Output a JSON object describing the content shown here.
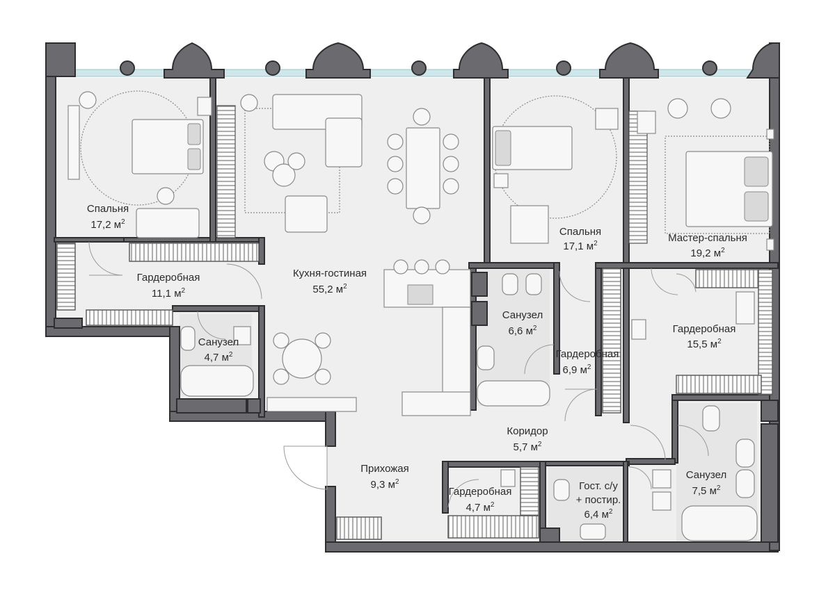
{
  "rooms": [
    {
      "id": "bedroom-1",
      "name": "Спальня",
      "area": "17,2"
    },
    {
      "id": "wardrobe-1",
      "name": "Гардеробная",
      "area": "11,1"
    },
    {
      "id": "bathroom-1",
      "name": "Санузел",
      "area": "4,7"
    },
    {
      "id": "kitchen-living",
      "name": "Кухня-гостиная",
      "area": "55,2"
    },
    {
      "id": "bathroom-2",
      "name": "Санузел",
      "area": "6,6"
    },
    {
      "id": "wardrobe-2",
      "name": "Гардеробная",
      "area": "6,9"
    },
    {
      "id": "bedroom-2",
      "name": "Спальня",
      "area": "17,1"
    },
    {
      "id": "master-bedroom",
      "name": "Мастер-спальня",
      "area": "19,2"
    },
    {
      "id": "wardrobe-3",
      "name": "Гардеробная",
      "area": "15,5"
    },
    {
      "id": "corridor",
      "name": "Коридор",
      "area": "5,7"
    },
    {
      "id": "hall",
      "name": "Прихожая",
      "area": "9,3"
    },
    {
      "id": "wardrobe-4",
      "name": "Гардеробная",
      "area": "4,7"
    },
    {
      "id": "guest-wc",
      "name": "Гост. с/у",
      "name2": "+ постир.",
      "area": "6,4"
    },
    {
      "id": "bathroom-3",
      "name": "Санузел",
      "area": "7,5"
    }
  ],
  "area_unit": "м",
  "area_unit_sup": "2",
  "colors": {
    "walls": "#6b6b6f",
    "floor": "#efefef",
    "glass": "#cfe6ea",
    "furniture": "#f7f7f7"
  }
}
